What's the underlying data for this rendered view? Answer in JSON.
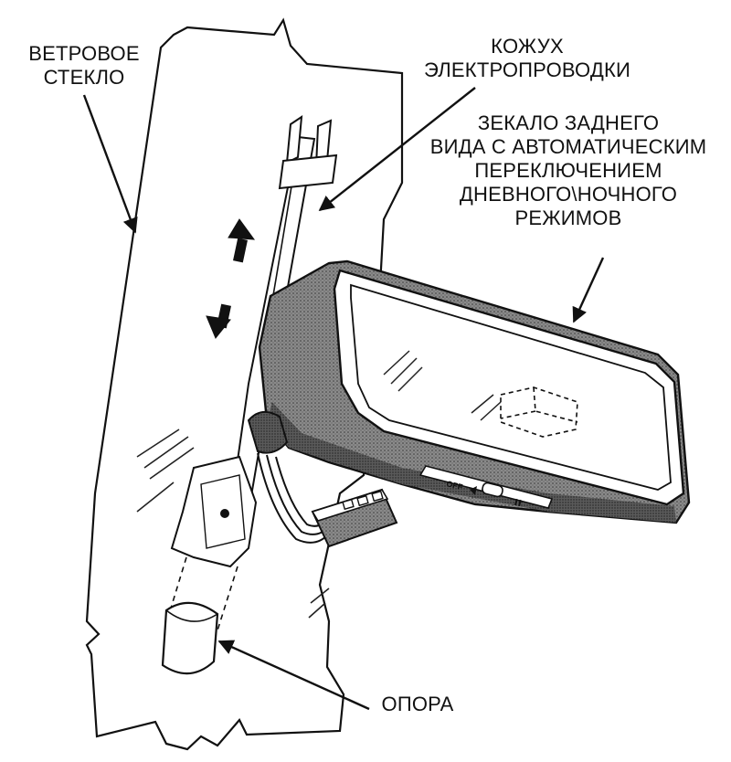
{
  "diagram": {
    "labels": {
      "windshield": [
        "ВЕТРОВОЕ",
        "СТЕКЛО"
      ],
      "wiring_cover": [
        "КОЖУХ",
        "ЭЛЕКТРОПРОВОДКИ"
      ],
      "mirror": [
        "ЗЕКАЛО ЗАДНЕГО",
        "ВИДА С АВТОМАТИЧЕСКИМ",
        "ПЕРЕКЛЮЧЕНИЕМ",
        "ДНЕВНОГО\\НОЧНОГО",
        "РЕЖИМОВ"
      ],
      "support": [
        "ОПОРА"
      ]
    },
    "switch": {
      "off_label": "OFF"
    },
    "colors": {
      "ink": "#111111",
      "paper": "#ffffff",
      "housing": "#7a7a7a",
      "housing_dark": "#4d4d4d"
    }
  }
}
